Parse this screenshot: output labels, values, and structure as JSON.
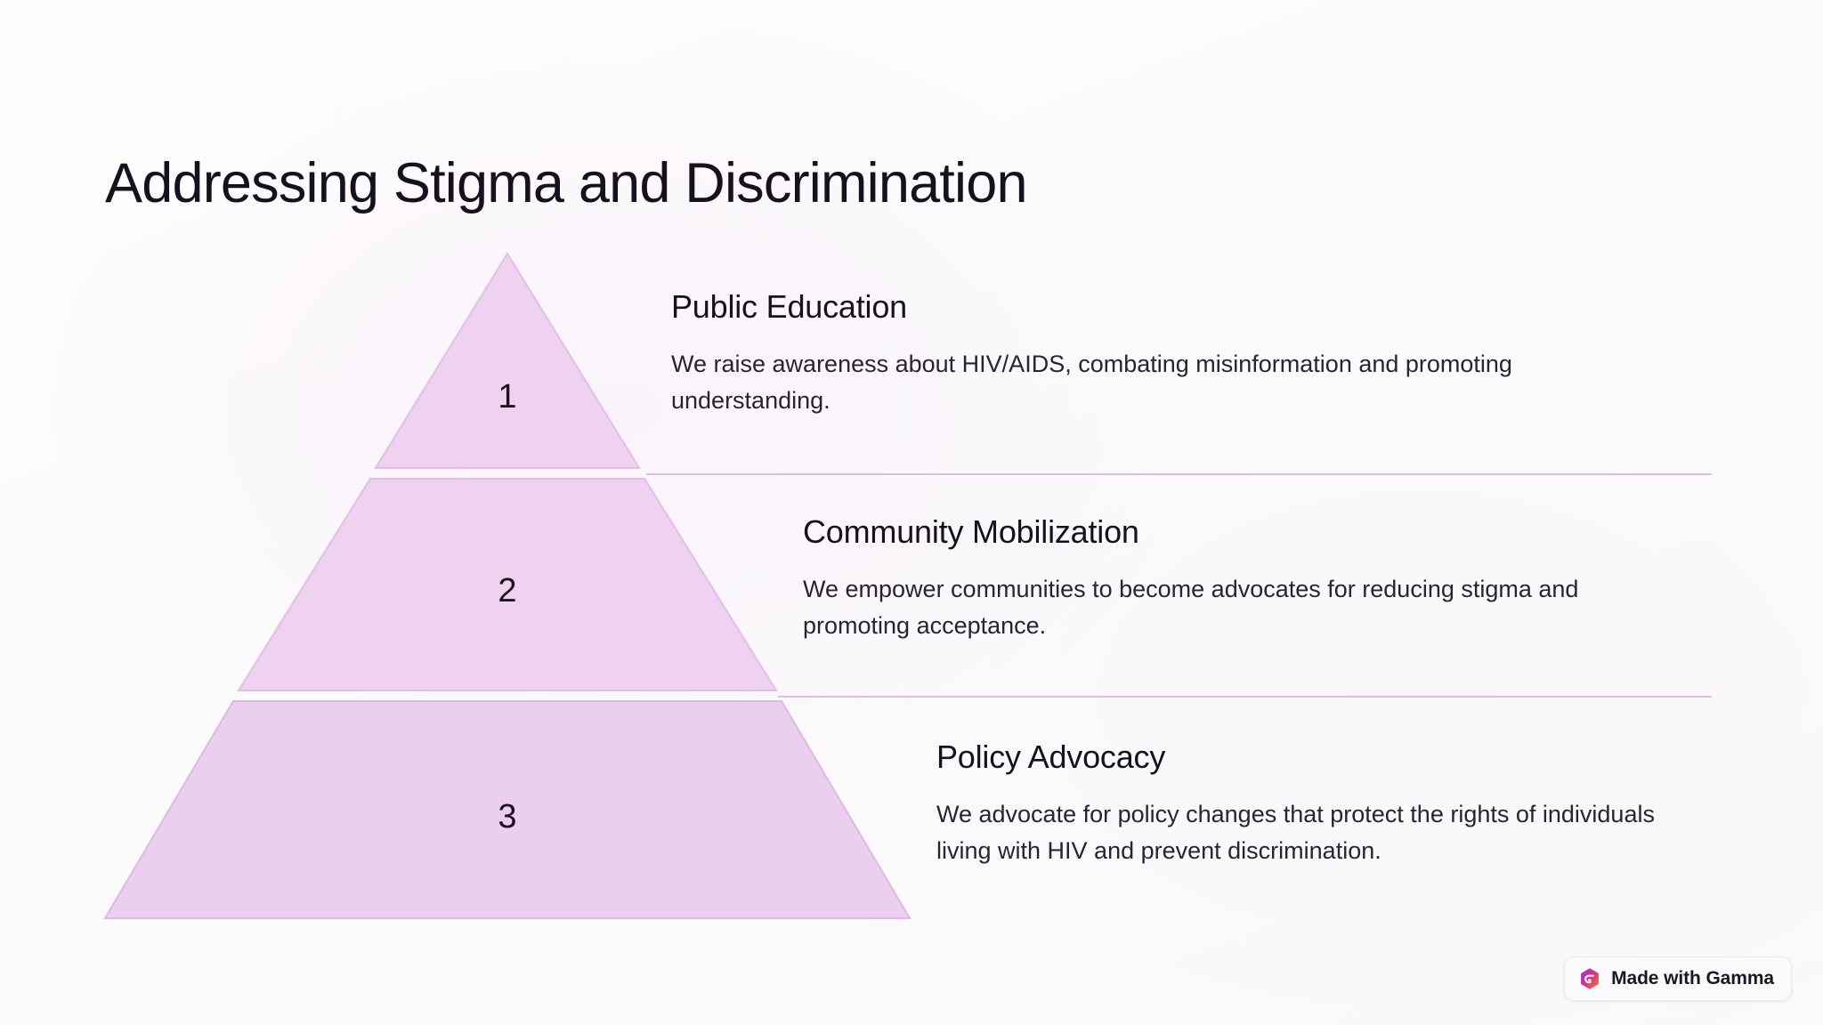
{
  "slide": {
    "title": "Addressing Stigma and Discrimination",
    "background_color": "#fdfcfd",
    "accent_color": "#eed2f0",
    "accent_stroke_color": "#e0bde4",
    "divider_color": "#d6b4db",
    "text_color": "#16111c"
  },
  "pyramid": {
    "tiers": [
      {
        "number": "1",
        "heading": "Public Education",
        "body": "We raise awareness about HIV/AIDS, combating misinformation and promoting understanding.",
        "fill": "#eed2f0",
        "stroke": "#e0bde4"
      },
      {
        "number": "2",
        "heading": "Community Mobilization",
        "body": "We empower communities to become advocates for reducing stigma and promoting acceptance.",
        "fill": "#eed2f0",
        "stroke": "#e0bde4"
      },
      {
        "number": "3",
        "heading": "Policy Advocacy",
        "body": "We advocate for policy changes that protect the rights of individuals living with HIV and prevent discrimination.",
        "fill": "#ead0ee",
        "stroke": "#ddb9e1"
      }
    ]
  },
  "badge": {
    "label": "Made with Gamma",
    "logo_name": "gamma-hexagon-logo",
    "logo_color_start": "#8b36d9",
    "logo_color_mid": "#d8318a",
    "logo_color_end": "#f0792b"
  }
}
